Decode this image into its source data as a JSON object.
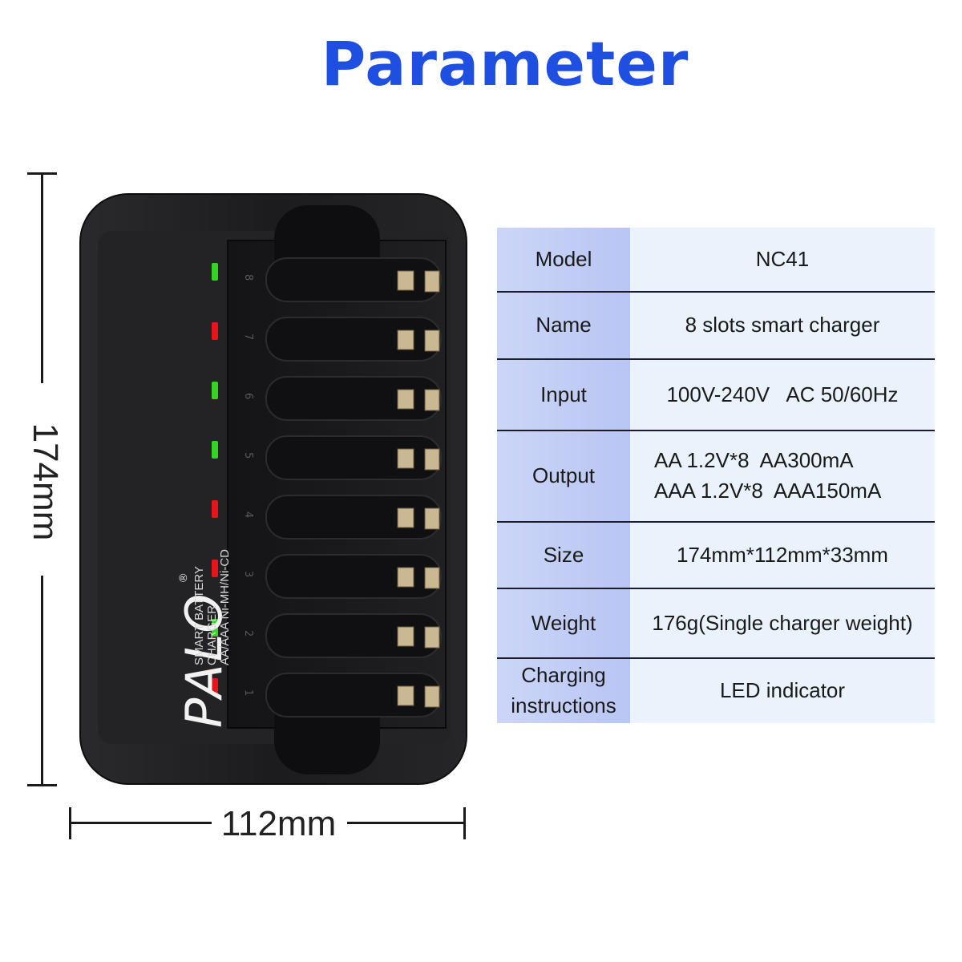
{
  "title": "Parameter",
  "dimensions": {
    "height_label": "174mm",
    "width_label": "112mm"
  },
  "charger": {
    "brand": "PALO",
    "brand_mark": "®",
    "lines": [
      "SMART BATTERY",
      "CHARGER",
      "AA/AAA Ni-MH/Ni-CD"
    ],
    "slot_numbers": [
      "8",
      "7",
      "6",
      "5",
      "4",
      "3",
      "2",
      "1"
    ],
    "led_colors": [
      "green",
      "red",
      "green",
      "green",
      "red",
      "red",
      "green",
      "red"
    ],
    "colors": {
      "green": "#35d424",
      "red": "#e8141a",
      "body": "#1e1e20"
    }
  },
  "specs": [
    {
      "key": "Model",
      "value": "NC41"
    },
    {
      "key": "Name",
      "value": "8 slots smart charger"
    },
    {
      "key": "Input",
      "value": "100V-240V   AC 50/60Hz"
    },
    {
      "key": "Output",
      "value_lines": [
        "AA 1.2V*8  AA300mA",
        "AAA 1.2V*8  AAA150mA"
      ]
    },
    {
      "key": "Size",
      "value": "174mm*112mm*33mm"
    },
    {
      "key": "Weight",
      "value": "176g(Single charger weight)"
    },
    {
      "key_lines": [
        "Charging",
        "instructions"
      ],
      "value": "LED indicator"
    }
  ]
}
